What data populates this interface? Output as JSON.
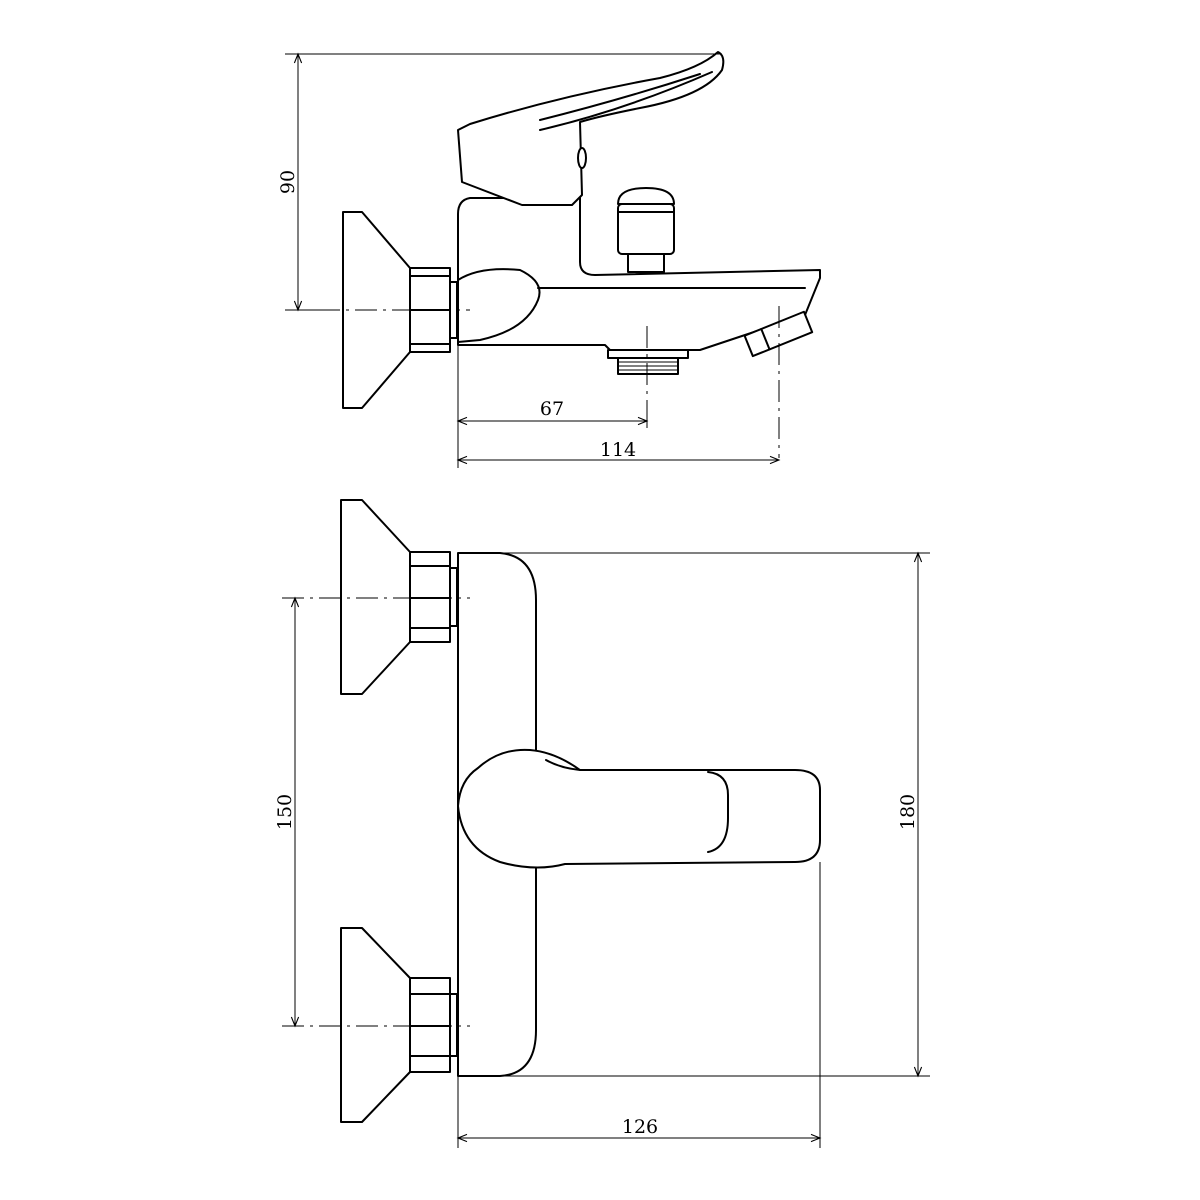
{
  "dimensions": {
    "side_height": "90",
    "outlet_thread_offset": "67",
    "spout_projection": "114",
    "inlet_spacing": "150",
    "body_height": "180",
    "lever_projection": "126"
  }
}
